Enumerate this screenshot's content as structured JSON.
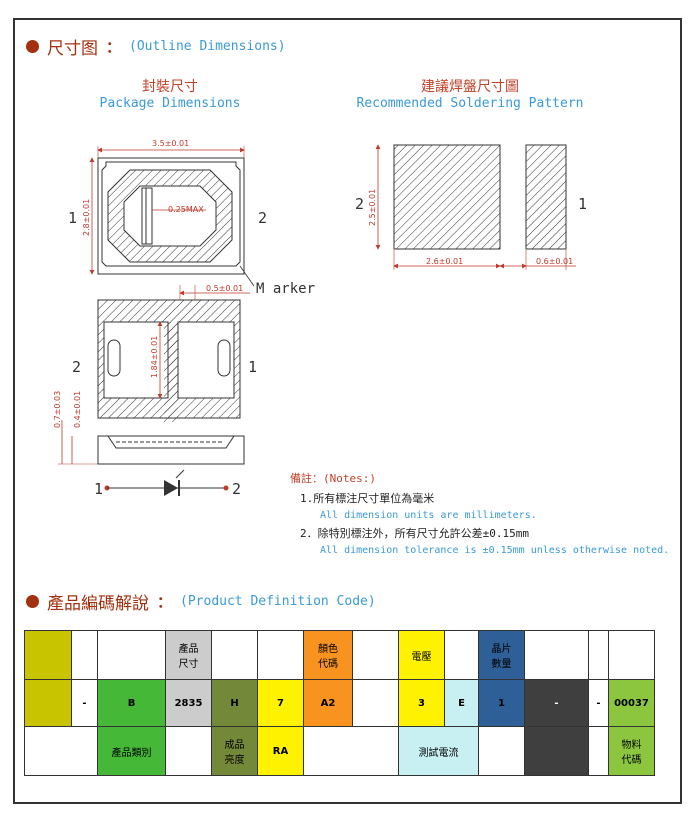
{
  "section1": {
    "zh_title": "尺寸图",
    "colon": "：",
    "en_title": "(Outline Dimensions)"
  },
  "package": {
    "zh": "封裝尺寸",
    "en": "Package Dimensions"
  },
  "soldering": {
    "zh": "建議焊盤尺寸圖",
    "en": "Recommended Soldering Pattern"
  },
  "drawing": {
    "width_dim": "3.5±0.01",
    "height_dim": "2.8±0.01",
    "max_dim": "0.25MAX",
    "marker_dim": "0.5±0.01",
    "marker_label": "M arker",
    "inner_dim": "1.84±0.01",
    "side_dim1": "0.7±0.03",
    "side_dim2": "0.4±0.01",
    "pin1": "1",
    "pin2": "2",
    "pad_h": "2.5±0.01",
    "pad_w1": "2.6±0.01",
    "pad_w2": "0.6±0.01"
  },
  "notes": {
    "title": "備註：(Notes:)",
    "items": [
      {
        "zh": "1.所有標注尺寸單位為毫米",
        "en": "All dimension units are millimeters."
      },
      {
        "zh": "2．除特別標注外，所有尺寸允許公差±0.15mm",
        "en": "All dimension tolerance is ±0.15mm unless otherwise noted."
      }
    ]
  },
  "section2": {
    "zh_title": "產品編碼解說",
    "colon": "：",
    "en_title": "(Product Definition Code)"
  },
  "code_table": {
    "r1": {
      "c4": "產品\n尺寸",
      "c7": "顏色\n代碼",
      "c9": "電壓",
      "c11": "晶片\n數量"
    },
    "r2": {
      "c2": "-",
      "c3": "B",
      "c4": "2835",
      "c5": "H",
      "c6": "7",
      "c7": "A2",
      "c9": "3",
      "c10": "E",
      "c11": "1",
      "c12": "-",
      "c13": "-",
      "c14": "00037"
    },
    "r3": {
      "c3": "產品類別",
      "c5": "成品\n亮度",
      "c6": "RA",
      "c9": "測試電流",
      "c14": "物料\n代碼"
    }
  },
  "colors": {
    "accent_red": "#a3300f",
    "accent_blue": "#3a9ad9"
  }
}
